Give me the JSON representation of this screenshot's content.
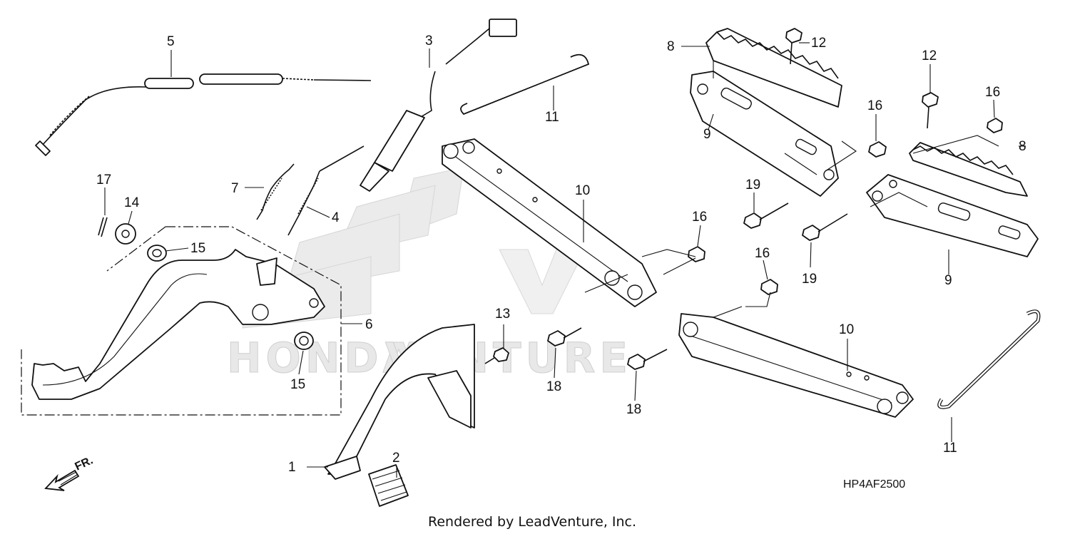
{
  "diagram_code": "HP4AF2500",
  "credit": "Rendered by LeadVenture, Inc.",
  "front_label": "FR.",
  "watermark": "HONDA / LEADVENTURE",
  "callouts": {
    "c1": "1",
    "c2": "2",
    "c3": "3",
    "c4": "4",
    "c5": "5",
    "c6": "6",
    "c7": "7",
    "c8a": "8",
    "c8b": "8",
    "c9a": "9",
    "c9b": "9",
    "c10a": "10",
    "c10b": "10",
    "c11a": "11",
    "c11b": "11",
    "c12a": "12",
    "c12b": "12",
    "c13": "13",
    "c14": "14",
    "c15a": "15",
    "c15b": "15",
    "c16a": "16",
    "c16b": "16",
    "c16c": "16",
    "c17": "17",
    "c18a": "18",
    "c18b": "18",
    "c19a": "19",
    "c19b": "19"
  },
  "icons": [
    "front-direction-arrow-icon"
  ]
}
